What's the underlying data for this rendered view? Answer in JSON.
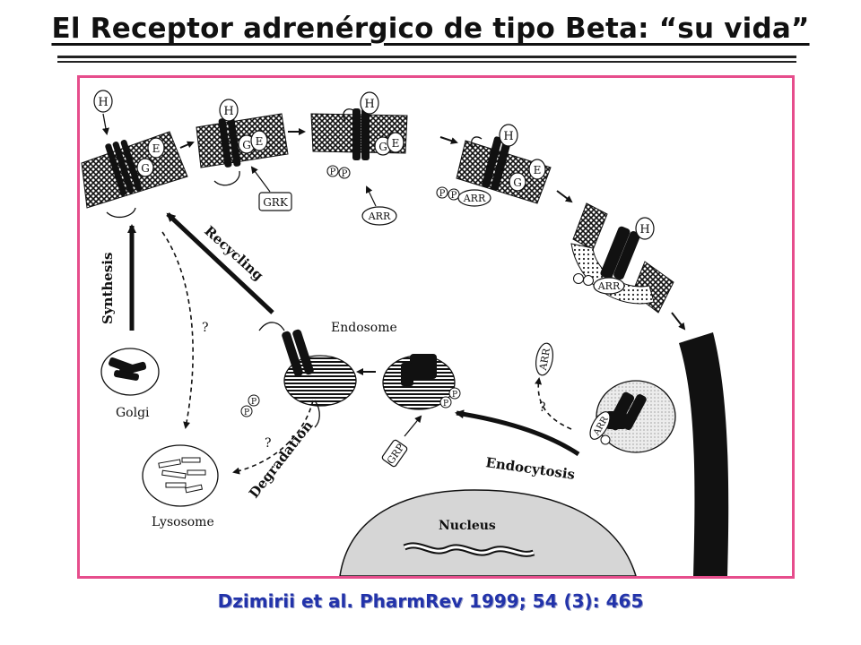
{
  "header": {
    "title": "El Receptor adrenérgico de tipo Beta: “su vida”"
  },
  "diagram": {
    "labels": {
      "hormone": "H",
      "g_protein": "G",
      "effector": "E",
      "grk": "GRK",
      "arrestin": "ARR",
      "phosphate": "P",
      "grp": "GRP",
      "synthesis": "Synthesis",
      "recycling": "Recycling",
      "golgi": "Golgi",
      "endosome": "Endosome",
      "lysosome": "Lysosome",
      "degradation": "Degradation",
      "endocytosis": "Endocytosis",
      "nucleus": "Nucleus",
      "question": "?"
    }
  },
  "footer": {
    "citation": "Dzimirii et al. PharmRev 1999; 54 (3): 465"
  }
}
